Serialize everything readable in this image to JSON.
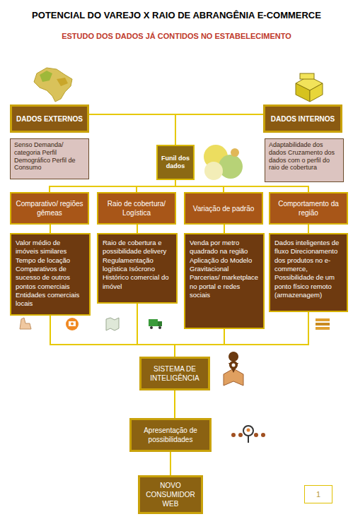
{
  "diagram": {
    "title": "POTENCIAL DO VAREJO X RAIO DE ABRANGÊNIA E-COMMERCE",
    "nodes": [
      {
        "text": [
          "DADOS EXTERNOS"
        ]
      },
      {
        "text": [
          "DADOS INTERNOS"
        ]
      },
      {
        "text": [
          "Senso Demanda/ categoria Perfil Demográfico Perfil de Consumo"
        ]
      },
      {
        "text": [
          "Funil dos dados"
        ]
      },
      {
        "text": [
          "Adaptabilidade dos dados Cruzamento dos dados com o perfil do raio de cobertura"
        ]
      },
      {
        "text": [
          "Comparativo/ regiões gêmeas"
        ]
      },
      {
        "text": [
          "Raio de cobertura/ Logística"
        ]
      },
      {
        "text": [
          "Variação de padrão"
        ]
      },
      {
        "text": [
          "Comportamento da região"
        ]
      },
      {
        "text": [
          "Valor médio de imóveis similares Tempo de locação Comparativos de sucesso de outros pontos comerciais Entidades comerciais locais"
        ]
      },
      {
        "text": [
          "Raio de cobertura e possibilidade delivery Regulamentação logística Isócrono Histórico comercial do imóvel"
        ]
      },
      {
        "text": [
          "Venda por metro quadrado na região Aplicação do Modelo Gravitacional Parcerias/ marketplace no portal e redes sociais"
        ]
      },
      {
        "text": [
          "Dados inteligentes de fluxo Direcionamento dos produtos no e-commerce, Possibilidade de um ponto físico remoto (armazenagem)"
        ]
      },
      {
        "text": [
          "SISTEMA DE INTELIGÊNCIA"
        ]
      },
      {
        "text": [
          "Apresentação de possibilidades"
        ]
      },
      {
        "text": [
          "NOVO CONSUMIDOR WEB"
        ]
      },
      {
        "text": [
          "1"
        ]
      }
    ],
    "edges": [
      {
        "from": 0,
        "to": 3,
        "arrow": "none"
      },
      {
        "from": 1,
        "to": 3,
        "arrow": "none"
      },
      {
        "from": 3,
        "to": 5,
        "arrow": "none"
      },
      {
        "from": 3,
        "to": 6,
        "arrow": "none"
      },
      {
        "from": 3,
        "to": 7,
        "arrow": "none"
      },
      {
        "from": 3,
        "to": 8,
        "arrow": "none"
      },
      {
        "from": 5,
        "to": 9,
        "arrow": "none"
      },
      {
        "from": 6,
        "to": 10,
        "arrow": "none"
      },
      {
        "from": 7,
        "to": 11,
        "arrow": "none"
      },
      {
        "from": 8,
        "to": 12,
        "arrow": "none"
      },
      {
        "from": 9,
        "to": 13,
        "arrow": "none"
      },
      {
        "from": 10,
        "to": 13,
        "arrow": "none"
      },
      {
        "from": 11,
        "to": 13,
        "arrow": "none"
      },
      {
        "from": 12,
        "to": 13,
        "arrow": "none"
      },
      {
        "from": 13,
        "to": 14,
        "arrow": "none"
      },
      {
        "from": 14,
        "to": 15,
        "arrow": "none"
      }
    ],
    "labels": [
      "ESTUDO DOS DADOS JÁ CONTIDOS NO ESTABELECIMENTO"
    ]
  }
}
